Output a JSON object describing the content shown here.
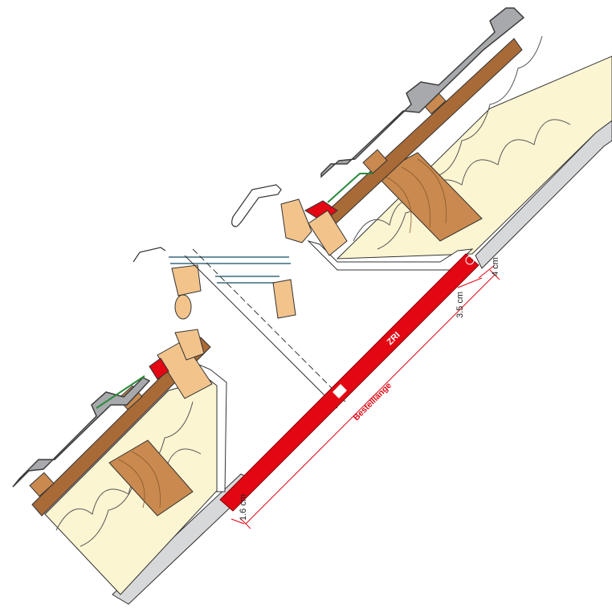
{
  "labels": {
    "zri": "ZRI",
    "bestelllaenge": "Bestelllänge",
    "dim_4cm": "4 cm",
    "dim_35cm": "3.5 cm",
    "dim_16cm": "1.6 cm",
    "marker": "⑥"
  },
  "colors": {
    "tile": "#a7a9ac",
    "tile_edge": "#3c3c3c",
    "insulation": "#fcf5d2",
    "wood": "#c9894f",
    "wood_light": "#f2c48c",
    "board": "#a86a37",
    "profile_red": "#e30613",
    "lining": "#d7d8da"
  }
}
